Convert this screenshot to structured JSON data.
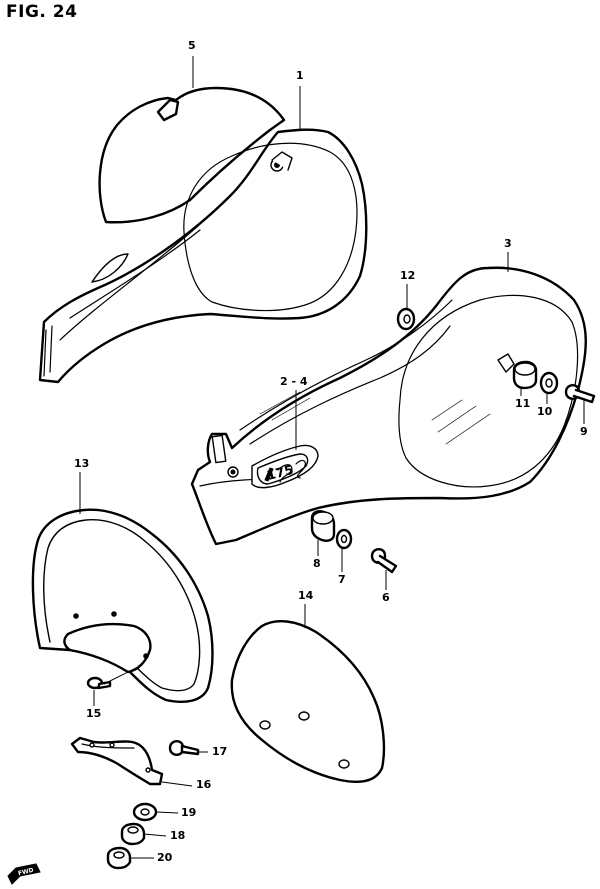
{
  "figure": {
    "title": "FIG. 24"
  },
  "callouts": {
    "c1": "1",
    "c2_4": "2 - 4",
    "c3": "3",
    "c5": "5",
    "c6": "6",
    "c7": "7",
    "c8": "8",
    "c9": "9",
    "c10": "10",
    "c11": "11",
    "c12": "12",
    "c13": "13",
    "c14": "14",
    "c15": "15",
    "c16": "16",
    "c17": "17",
    "c18": "18",
    "c19": "19",
    "c20": "20"
  },
  "emblem_text": "175",
  "direction_marker_text": "FWD"
}
